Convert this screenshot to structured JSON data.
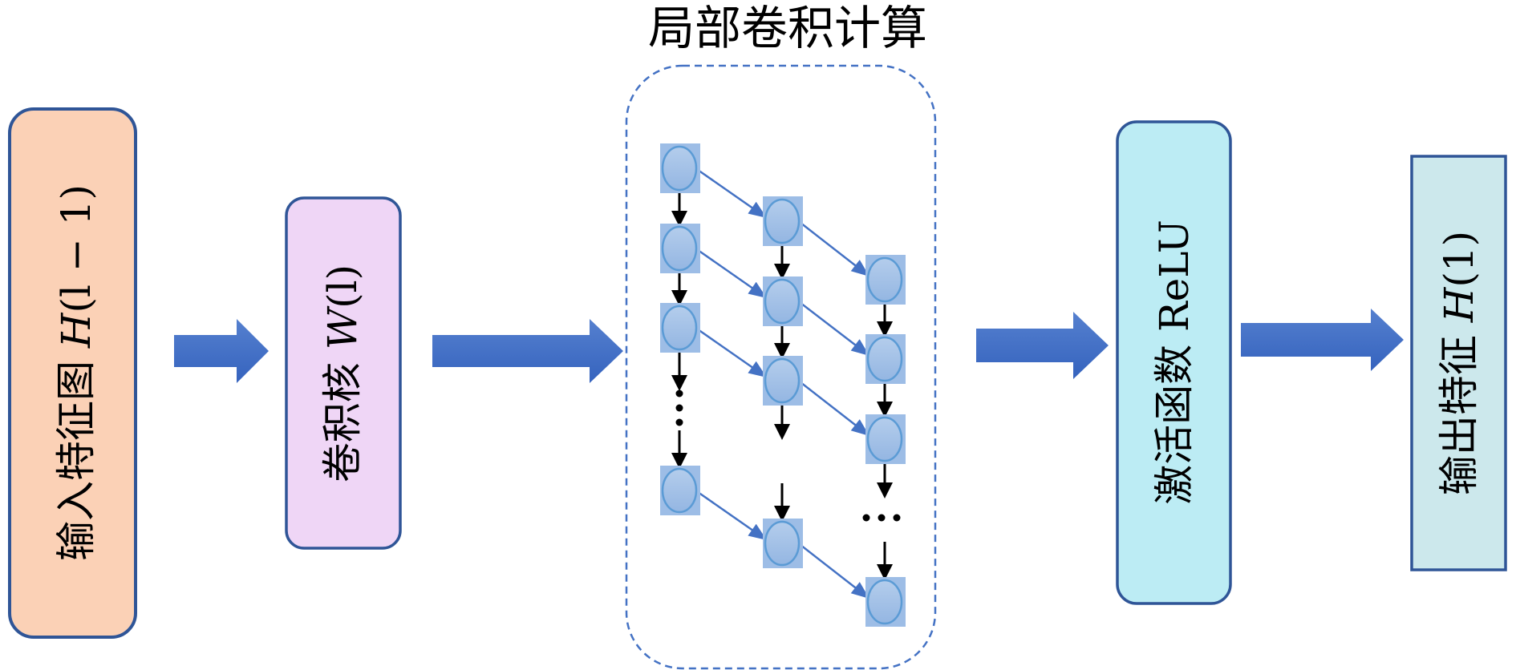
{
  "title": "局部卷积计算",
  "blocks": {
    "input": {
      "text": "输入特征图 ",
      "math": "H",
      "math_tail": "(l − 1)",
      "fill": "#fbd1b6"
    },
    "kernel": {
      "text": "卷积核 ",
      "math": "W",
      "math_tail": "(l)",
      "fill": "#efd6f6"
    },
    "activation": {
      "text": "激活函数 ReLU",
      "fill": "#bcecf4"
    },
    "output": {
      "text": "输出特征 ",
      "math": "H",
      "math_tail": "(1)",
      "fill": "#cce8ec"
    }
  },
  "colors": {
    "border": "#2f5597",
    "arrow": "#4472c4",
    "node_fill": "#a3c0e6",
    "node_stroke": "#5b9bd5",
    "dashed": "#4472c4"
  },
  "graph": {
    "columns": 3,
    "nodes": [
      {
        "id": "c1r1",
        "col": 1,
        "row": 1
      },
      {
        "id": "c1r2",
        "col": 1,
        "row": 2
      },
      {
        "id": "c1r3",
        "col": 1,
        "row": 3
      },
      {
        "id": "c1rn",
        "col": 1,
        "row": "n"
      },
      {
        "id": "c2r1",
        "col": 2,
        "row": 1
      },
      {
        "id": "c2r2",
        "col": 2,
        "row": 2
      },
      {
        "id": "c2r3",
        "col": 2,
        "row": 3
      },
      {
        "id": "c2rn",
        "col": 2,
        "row": "n"
      },
      {
        "id": "c3r1",
        "col": 3,
        "row": 1
      },
      {
        "id": "c3r2",
        "col": 3,
        "row": 2
      },
      {
        "id": "c3r3",
        "col": 3,
        "row": 3
      },
      {
        "id": "c3rn",
        "col": 3,
        "row": "n"
      }
    ],
    "ellipsis": "…"
  }
}
